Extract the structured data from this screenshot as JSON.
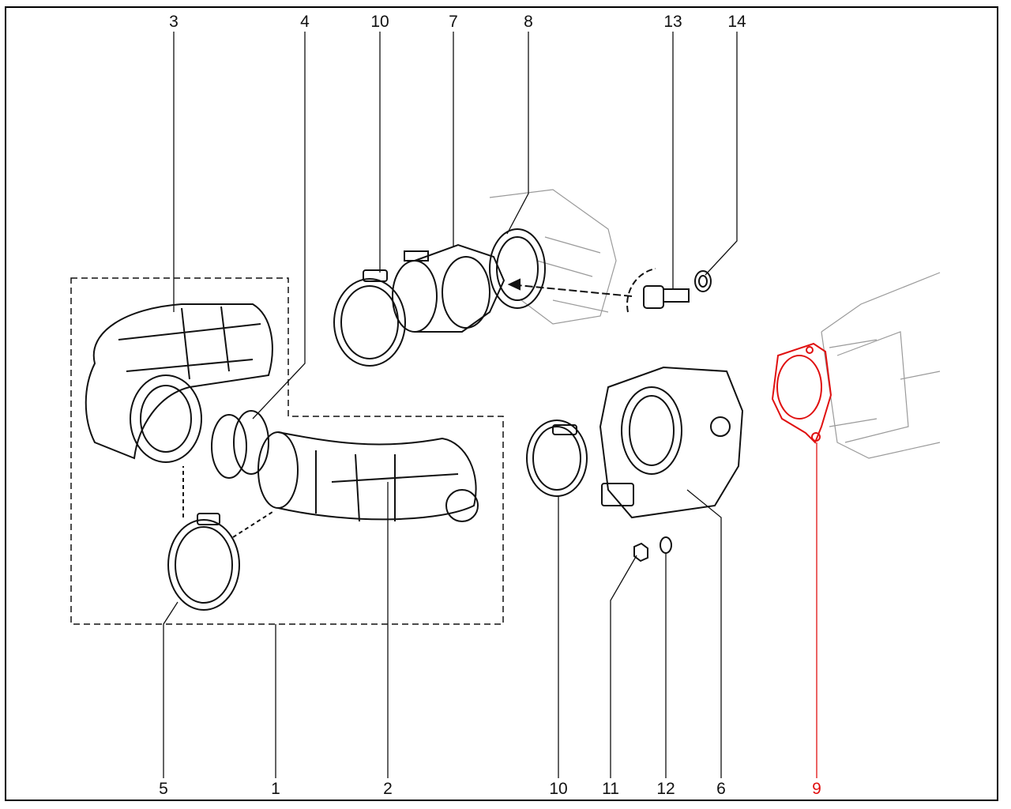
{
  "labels_top": [
    {
      "id": "3",
      "text": "3"
    },
    {
      "id": "4",
      "text": "4"
    },
    {
      "id": "10a",
      "text": "10"
    },
    {
      "id": "7",
      "text": "7"
    },
    {
      "id": "8",
      "text": "8"
    },
    {
      "id": "13",
      "text": "13"
    },
    {
      "id": "14",
      "text": "14"
    }
  ],
  "labels_bottom": [
    {
      "id": "5",
      "text": "5"
    },
    {
      "id": "1",
      "text": "1"
    },
    {
      "id": "2",
      "text": "2"
    },
    {
      "id": "10b",
      "text": "10"
    },
    {
      "id": "11",
      "text": "11"
    },
    {
      "id": "12",
      "text": "12"
    },
    {
      "id": "6",
      "text": "6"
    },
    {
      "id": "9",
      "text": "9"
    }
  ],
  "colors": {
    "line": "#111111",
    "highlight": "#e01010",
    "ghost": "#9a9a9a"
  }
}
